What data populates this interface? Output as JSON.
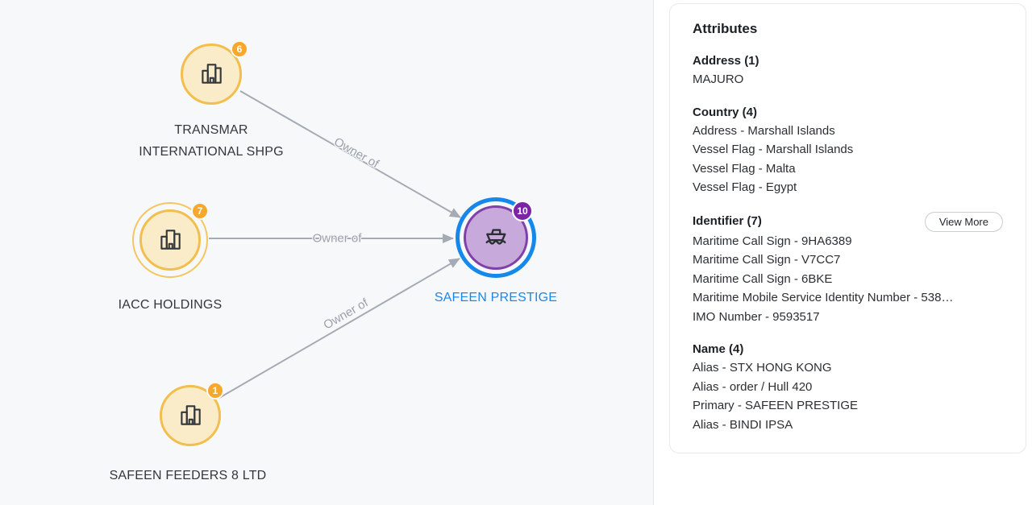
{
  "graph": {
    "background_color": "#f7f8fa",
    "edge_color": "#a5abb4",
    "nodes": [
      {
        "label": "TRANSMAR INTERNATIONAL SHPG",
        "badge": "6",
        "type": "organization",
        "icon": "building-icon",
        "fill": "#fbecc9",
        "border": "#f2be4e",
        "badge_color": "#f6a72c"
      },
      {
        "label": "IACC HOLDINGS",
        "badge": "7",
        "type": "organization",
        "icon": "building-icon",
        "fill": "#fbecc9",
        "border": "#f2be4e",
        "badge_color": "#f6a72c",
        "highlighted": true
      },
      {
        "label": "SAFEEN FEEDERS 8 LTD",
        "badge": "1",
        "type": "organization",
        "icon": "building-icon",
        "fill": "#fbecc9",
        "border": "#f2be4e",
        "badge_color": "#f6a72c"
      },
      {
        "label": "SAFEEN PRESTIGE",
        "badge": "10",
        "type": "vessel",
        "icon": "ship-icon",
        "fill": "#c7a9dc",
        "border": "#8040a8",
        "ring": "#1488eb",
        "badge_color": "#7b24a4",
        "label_color": "#1c87e8",
        "selected": true
      }
    ],
    "edges": [
      {
        "from": "TRANSMAR INTERNATIONAL SHPG",
        "to": "SAFEEN PRESTIGE",
        "label": "Owner of"
      },
      {
        "from": "IACC HOLDINGS",
        "to": "SAFEEN PRESTIGE",
        "label": "Owner of"
      },
      {
        "from": "SAFEEN FEEDERS 8 LTD",
        "to": "SAFEEN PRESTIGE",
        "label": "Owner of"
      }
    ]
  },
  "panel": {
    "title": "Attributes",
    "sections": [
      {
        "heading": "Address (1)",
        "items": [
          "MAJURO"
        ]
      },
      {
        "heading": "Country (4)",
        "items": [
          "Address - Marshall Islands",
          "Vessel Flag - Marshall Islands",
          "Vessel Flag - Malta",
          "Vessel Flag - Egypt"
        ]
      },
      {
        "heading": "Identifier (7)",
        "action": "View More",
        "items": [
          "Maritime Call Sign - 9HA6389",
          "Maritime Call Sign - V7CC7",
          "Maritime Call Sign - 6BKE",
          "Maritime Mobile Service Identity Number - 538…",
          "IMO Number - 9593517"
        ]
      },
      {
        "heading": "Name (4)",
        "items": [
          "Alias - STX HONG KONG",
          "Alias - order / Hull 420",
          "Primary - SAFEEN PRESTIGE",
          "Alias - BINDI IPSA"
        ]
      }
    ]
  }
}
